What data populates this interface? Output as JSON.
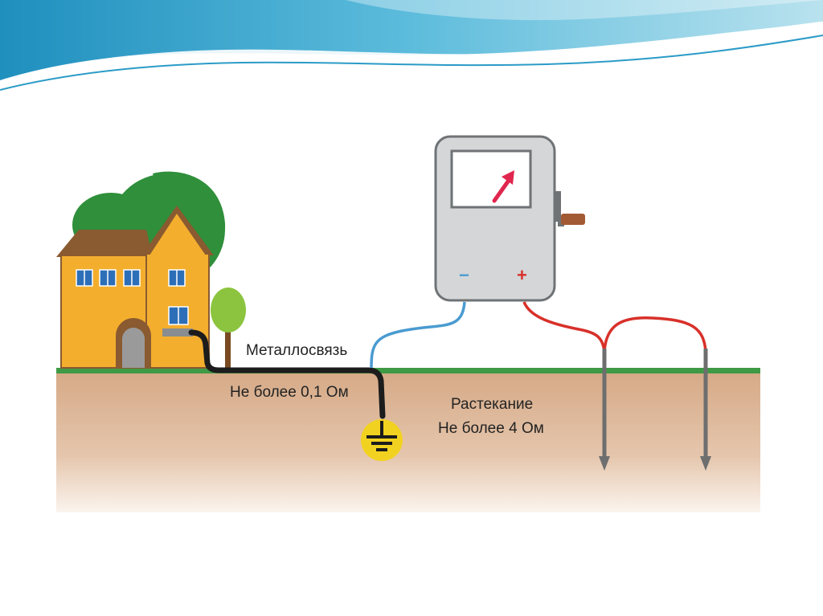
{
  "diagram": {
    "metal_connection_label": "Металлосвязь",
    "metal_connection_limit": "Не более 0,1 Ом",
    "spreading_label": "Растекание",
    "spreading_limit": "Не более 4 Ом",
    "meter": {
      "minus_sign": "−",
      "plus_sign": "+"
    }
  },
  "colors": {
    "header_teal": "#3aa0c8",
    "ground_green": "#3f9a45",
    "soil": "#d9b08f",
    "minus_wire": "#4a9bd1",
    "plus_wire": "#d8302a",
    "metal_wire": "#1c1c1c",
    "meter_body": "#d4d6d8",
    "house": "#f3ae2e",
    "ground_symbol": "#f2d220"
  },
  "icons": [
    "house-icon",
    "tree-icon",
    "megohmmeter-icon",
    "ground-symbol-icon",
    "ground-electrode-icon"
  ]
}
